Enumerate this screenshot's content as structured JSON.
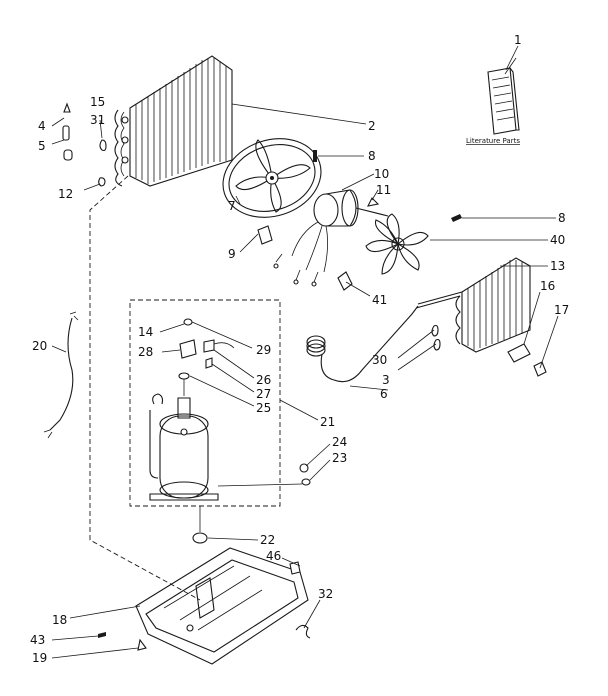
{
  "literature_label": "Literature Parts",
  "callouts": [
    {
      "id": "1",
      "text": "1"
    },
    {
      "id": "2",
      "text": "2"
    },
    {
      "id": "3",
      "text": "3"
    },
    {
      "id": "4",
      "text": "4"
    },
    {
      "id": "5",
      "text": "5"
    },
    {
      "id": "6",
      "text": "6"
    },
    {
      "id": "7",
      "text": "7"
    },
    {
      "id": "8a",
      "text": "8"
    },
    {
      "id": "8b",
      "text": "8"
    },
    {
      "id": "9",
      "text": "9"
    },
    {
      "id": "10",
      "text": "10"
    },
    {
      "id": "11",
      "text": "11"
    },
    {
      "id": "12",
      "text": "12"
    },
    {
      "id": "13",
      "text": "13"
    },
    {
      "id": "14",
      "text": "14"
    },
    {
      "id": "15",
      "text": "15"
    },
    {
      "id": "16",
      "text": "16"
    },
    {
      "id": "17",
      "text": "17"
    },
    {
      "id": "18",
      "text": "18"
    },
    {
      "id": "19",
      "text": "19"
    },
    {
      "id": "20",
      "text": "20"
    },
    {
      "id": "21",
      "text": "21"
    },
    {
      "id": "22",
      "text": "22"
    },
    {
      "id": "23",
      "text": "23"
    },
    {
      "id": "24",
      "text": "24"
    },
    {
      "id": "25",
      "text": "25"
    },
    {
      "id": "26",
      "text": "26"
    },
    {
      "id": "27",
      "text": "27"
    },
    {
      "id": "28",
      "text": "28"
    },
    {
      "id": "29",
      "text": "29"
    },
    {
      "id": "30",
      "text": "30"
    },
    {
      "id": "31",
      "text": "31"
    },
    {
      "id": "32",
      "text": "32"
    },
    {
      "id": "40",
      "text": "40"
    },
    {
      "id": "41",
      "text": "41"
    },
    {
      "id": "43",
      "text": "43"
    },
    {
      "id": "46",
      "text": "46"
    }
  ]
}
